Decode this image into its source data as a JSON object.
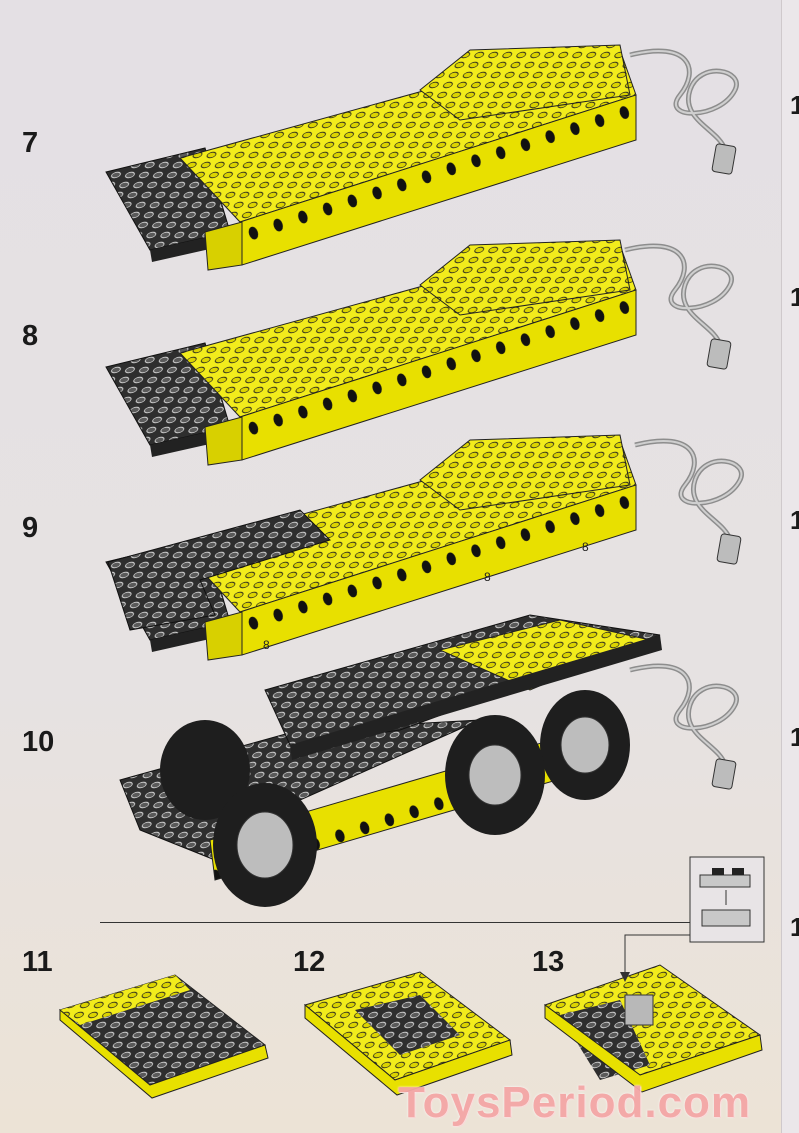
{
  "steps": [
    "7",
    "8",
    "9",
    "10",
    "11",
    "12",
    "13"
  ],
  "axle_quantity_labels": [
    "8",
    "8",
    "8"
  ],
  "next_page_step_digits": [
    "1",
    "1",
    "1",
    "1",
    "1"
  ],
  "watermark": "ToysPeriod.com",
  "colors": {
    "brick_yellow": "#f2ec1c",
    "brick_shadow": "#c9c200",
    "brick_black": "#2e2e2e",
    "cable_gray": "#9a9a9a",
    "watermark": "#f4a6a6"
  }
}
